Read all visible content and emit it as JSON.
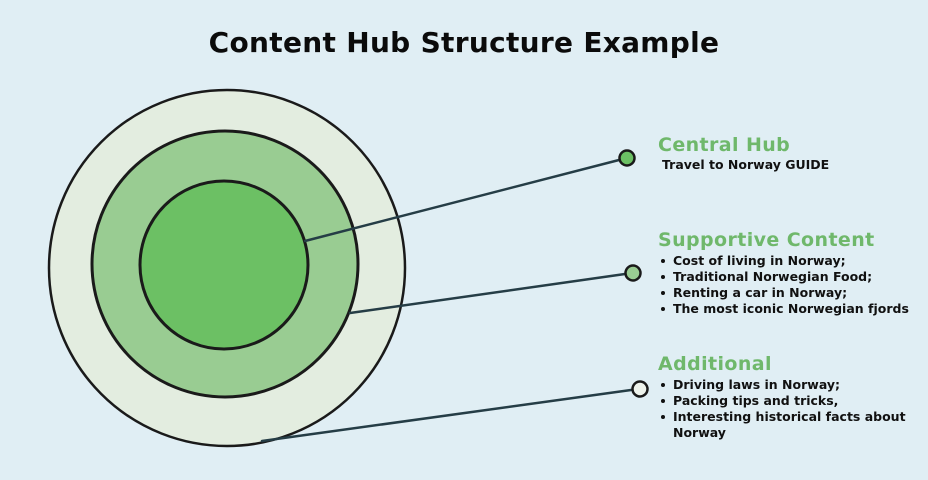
{
  "title": "Content Hub Structure Example",
  "colors": {
    "background": "#e0eef4",
    "outer_ring": "#e3ede0",
    "middle_ring": "#99cc92",
    "inner_circle": "#6cc064",
    "heading": "#6fb86b",
    "outline": "#1a1a1a",
    "connector": "#253d46"
  },
  "sections": {
    "central": {
      "heading": "Central Hub",
      "text": "Travel to Norway GUIDE"
    },
    "supportive": {
      "heading": "Supportive Content",
      "items": [
        "Cost of living in Norway;",
        "Traditional Norwegian Food;",
        "Renting a car in Norway;",
        "The most iconic Norwegian fjords"
      ]
    },
    "additional": {
      "heading": "Additional",
      "items": [
        "Driving laws in Norway;",
        "Packing tips and tricks,",
        "Interesting historical facts about Norway"
      ]
    }
  }
}
